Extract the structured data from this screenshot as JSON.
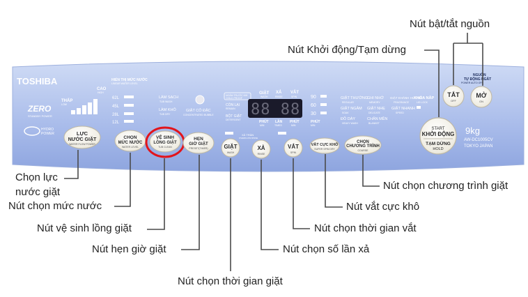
{
  "panel": {
    "brand": "TOSHIBA",
    "zero": "ZERO",
    "zero_sub": "STANDBY POWER",
    "hydro": "HYDRO",
    "hydro_sub": "POWER",
    "thap": "THẤP",
    "thap_sub": "LOW",
    "cao": "CAO",
    "cao_sub": "HIGH",
    "water_title": "HIỂN THỊ MỨC NƯỚC",
    "water_title_sub": "LINEAR WATER LEVEL",
    "water_levels": [
      "62L",
      "45L",
      "28L",
      "12L"
    ],
    "lam_sach": "LÀM SẠCH",
    "lam_sach_sub": "TUB WASH",
    "lam_kho": "LÀM KHÔ",
    "lam_kho_sub": "TUB DRY",
    "giat_co_dac": "GIẶT CÔ ĐẶC",
    "giat_co_dac_sub": "CONCENTRATED BUBBLE",
    "display_label": "NGÂM TRƯỚC KHI",
    "display_label2": "CHILD PROOF",
    "con_lai": "CÒN LẠI",
    "con_lai_sub": "REMAIN",
    "bot_giat": "BỘT GIẶT",
    "bot_giat_sub": "DETERGENT",
    "col_giat": "GIẶT",
    "col_xa": "XẢ",
    "col_vat": "VẮT",
    "col_giat_sub": "WASH",
    "col_xa_sub": "RINSE",
    "col_vat_sub": "SPIN",
    "digits": "88 88",
    "phut": "PHÚT",
    "phut_sub": "MIN",
    "lan": "LẦN",
    "lan_sub": "TIMES",
    "phut2": "PHÚT",
    "phut2_sub": "MIN",
    "minutes": [
      "90",
      "60",
      "30"
    ],
    "phut_side": "PHÚT",
    "phut_side_sub": "MIN",
    "xa_tran": "XẢ TRÀN",
    "xa_tran_sub": "OVERFLOW RINSE",
    "programs_left": [
      "GIẶT THƯỜNG",
      "GIẶT NGÂM",
      "ĐỒ DÀY"
    ],
    "programs_left_sub": [
      "REGULAR",
      "SOAK",
      "HEAVY WASH"
    ],
    "programs_right": [
      "GHI NHỚ",
      "GIẶT NHẸ",
      "CHĂN MỀN"
    ],
    "programs_right_sub": [
      "MEMORY",
      "DELICATE",
      "BLANKET"
    ],
    "extra_top": "GIẶT KHÁNH HƯƠNG",
    "extra_top_sub": "FRAGRANCE",
    "giat_nhanh": "GIẶT NHANH",
    "giat_nhanh_sub": "SPEED",
    "khoa_nap": "KHÓA NẮP",
    "khoa_nap_sub": "LID LOCK",
    "nguon": "NGUỒN",
    "nguon2": "TỰ ĐỘNG NGẮT",
    "nguon_sub": "POWER AUTO OFF",
    "btn_luc": [
      "LỰC",
      "NƯỚC GIẶT"
    ],
    "btn_luc_sub": "WATER FLOW POWER",
    "btn_chon": [
      "CHỌN",
      "MỨC NƯỚC"
    ],
    "btn_chon_sub": "WATER LEVEL",
    "btn_vesinh": [
      "VỆ SINH",
      "LỒNG GIẶT"
    ],
    "btn_vesinh_sub": "TUB CLEAN",
    "btn_hen": [
      "HẸN",
      "GIỜ GIẶT"
    ],
    "btn_hen_sub": "PRESET(TIMER)",
    "btn_giat": "GIẶT",
    "btn_giat_sub": "WASH",
    "btn_xa": "XẢ",
    "btn_xa_sub": "RINSE",
    "btn_vat": "VẮT",
    "btn_vat_sub": "SPIN",
    "btn_vatcuc": "VẮT CỰC KHÔ",
    "btn_vatcuc_sub": "SUPER SPIN DRY",
    "btn_ct": [
      "CHỌN",
      "CHƯƠNG TRÌNH"
    ],
    "btn_ct_sub": "COURSE",
    "btn_tat": "TẮT",
    "btn_tat_sub": "OFF",
    "btn_mo": "MỞ",
    "btn_mo_sub": "ON",
    "btn_start": [
      "START",
      "KHỞI ĐỘNG"
    ],
    "btn_pause": [
      "TẠM DỪNG",
      "HOLD"
    ],
    "capacity": "9kg",
    "model": "AW-DC1005CV",
    "origin": "TOKYO JAPAN"
  },
  "callouts": {
    "power": "Nút bật/tắt nguồn",
    "start": "Nút Khởi động/Tạm dừng",
    "luc": "Chọn lực",
    "luc2": "nước giặt",
    "water": "Nút chọn mức nước",
    "tub": "Nút vệ sinh lồng giặt",
    "timer": "Nút hẹn giờ giặt",
    "wash_time": "Nút chọn thời gian giặt",
    "rinse": "Nút chọn số lần xả",
    "spin_time": "Nút chọn thời gian vắt",
    "super_spin": "Nút vắt cực khô",
    "program": "Nút chọn chương trình giặt"
  },
  "colors": {
    "panel_top": "#c3d2f2",
    "panel_bottom": "#8fa6e0",
    "button": "#f3f1ea",
    "highlight": "#e2141b",
    "line": "#4a4a4a",
    "brand": "#ffffff",
    "display": "#1a1a2a"
  }
}
